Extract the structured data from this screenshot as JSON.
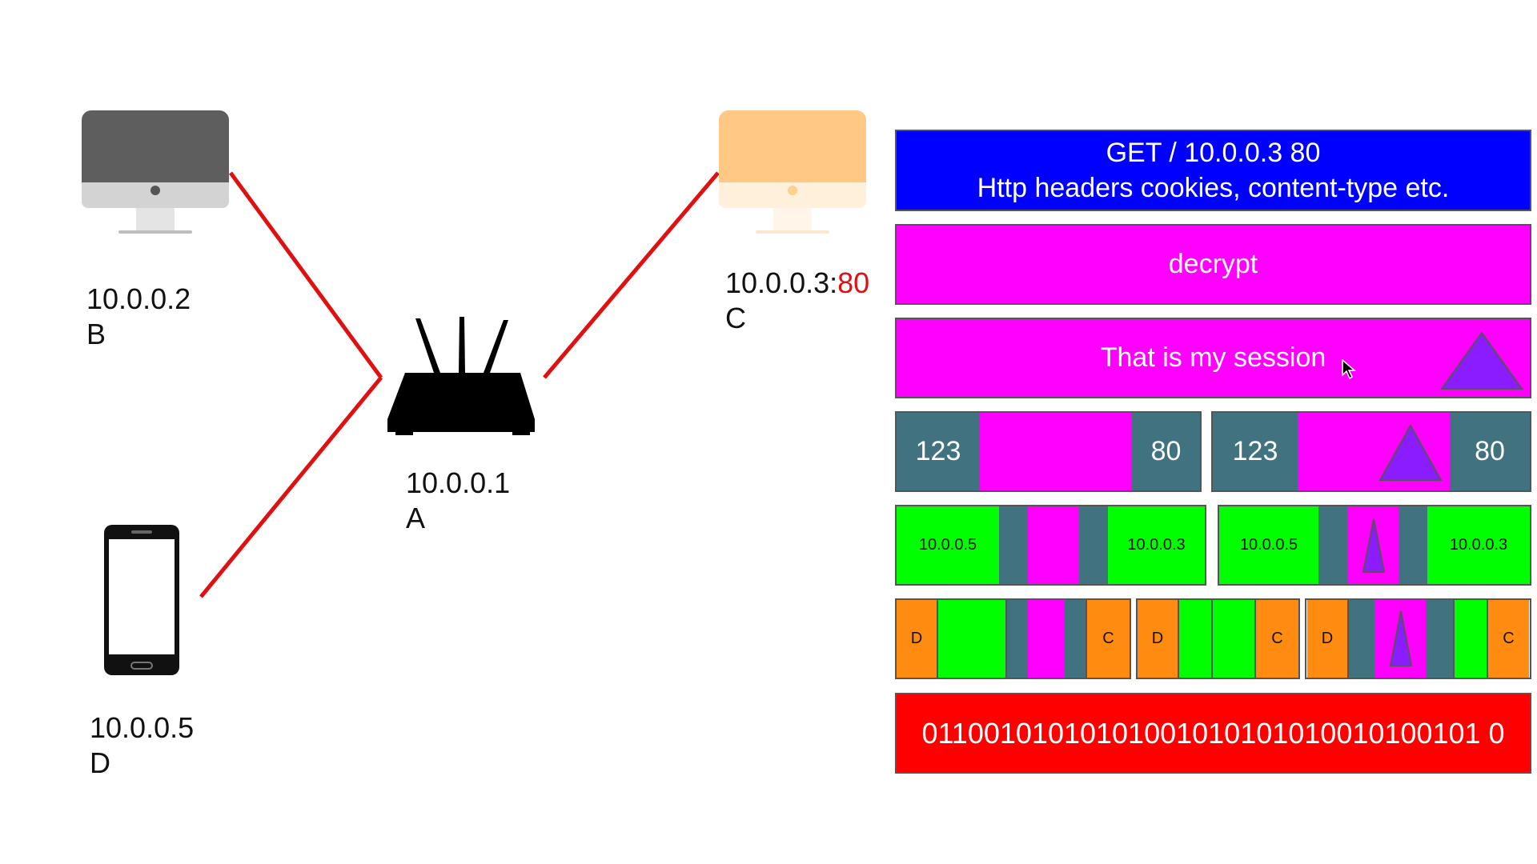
{
  "nodes": {
    "b": {
      "ip": "10.0.0.2",
      "name": "B"
    },
    "c": {
      "ip": "10.0.0.3:",
      "port": "80",
      "name": "C"
    },
    "a": {
      "ip": "10.0.0.1",
      "name": "A"
    },
    "d": {
      "ip": "10.0.0.5",
      "name": "D"
    }
  },
  "layers": {
    "http": {
      "line1": "GET / 10.0.0.3 80",
      "line2": "Http headers cookies, content-type etc."
    },
    "decrypt": "decrypt",
    "session": "That is my session",
    "tcp": {
      "left": {
        "src": "123",
        "dst": "80"
      },
      "right": {
        "src": "123",
        "dst": "80"
      }
    },
    "ip": {
      "left": {
        "src": "10.0.0.5",
        "dst": "10.0.0.3"
      },
      "right": {
        "src": "10.0.0.5",
        "dst": "10.0.0.3"
      }
    },
    "frames": {
      "f1": {
        "src": "D",
        "dst": "C"
      },
      "f2": {
        "src": "D",
        "dst": "C"
      },
      "f3": {
        "src": "D",
        "dst": "C"
      }
    },
    "bits": "01100101010101001010101010010100101 0"
  },
  "colors": {
    "link": "#e01010",
    "http": "#0000ff",
    "magenta": "#ff00ff",
    "teal": "#40737f",
    "green": "#00ff00",
    "orange": "#ff8c10",
    "red": "#ff0000",
    "purple": "#8a1cff",
    "monitor_b": "#5e5e5e",
    "monitor_c": "#ffc885"
  }
}
